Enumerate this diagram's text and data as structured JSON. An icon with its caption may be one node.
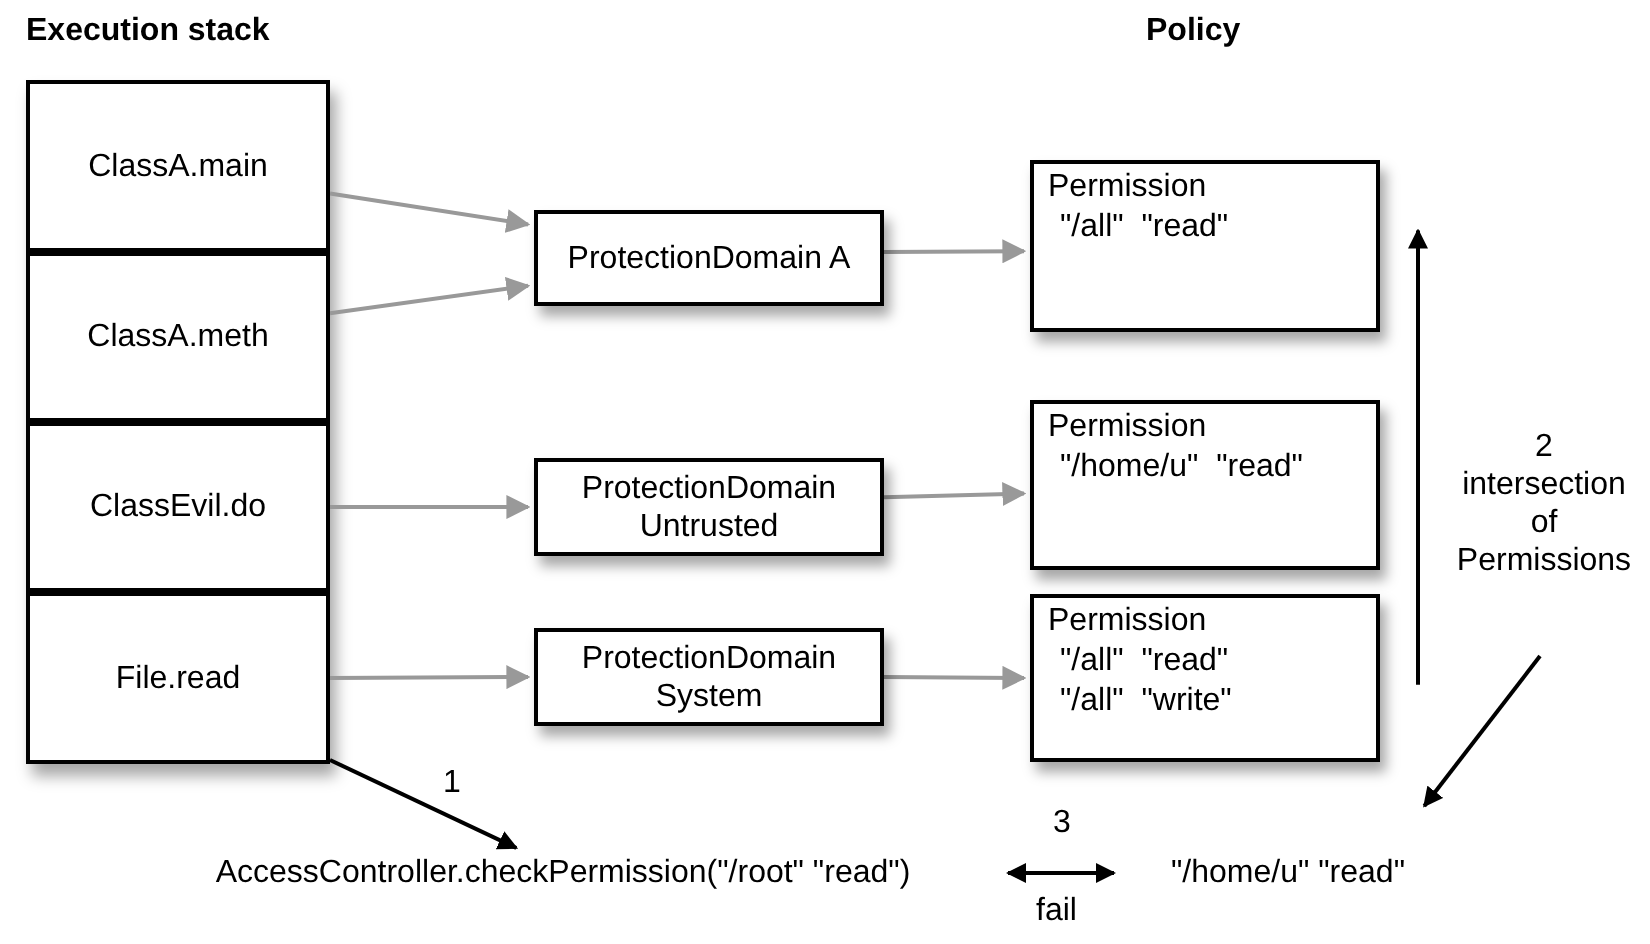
{
  "diagram": {
    "nodes": [
      {
        "text": [
          "ClassA.main"
        ]
      },
      {
        "text": [
          "ClassA.meth"
        ]
      },
      {
        "text": [
          "ClassEvil.do"
        ]
      },
      {
        "text": [
          "File.read"
        ]
      },
      {
        "text": [
          "ProtectionDomain A"
        ]
      },
      {
        "text": [
          "ProtectionDomain Untrusted"
        ]
      },
      {
        "text": [
          "ProtectionDomain System"
        ]
      },
      {
        "text": [
          "Permission",
          "\"/all\"  \"read\""
        ]
      },
      {
        "text": [
          "Permission",
          "\"/home/u\"  \"read\""
        ]
      },
      {
        "text": [
          "Permission",
          "\"/all\"  \"read\"",
          "\"/all\"  \"write\""
        ]
      },
      {
        "text": [
          "AccessController.checkPermission(\"/root\" \"read\")"
        ]
      },
      {
        "text": [
          "\"/home/u\" \"read\""
        ]
      }
    ],
    "edges": [
      {
        "from": 0,
        "to": 4,
        "arrow": "to"
      },
      {
        "from": 1,
        "to": 4,
        "arrow": "to"
      },
      {
        "from": 2,
        "to": 5,
        "arrow": "to"
      },
      {
        "from": 3,
        "to": 6,
        "arrow": "to"
      },
      {
        "from": 4,
        "to": 7,
        "arrow": "to"
      },
      {
        "from": 5,
        "to": 8,
        "arrow": "to"
      },
      {
        "from": 6,
        "to": 9,
        "arrow": "to"
      },
      {
        "from": 3,
        "to": 10,
        "arrow": "to",
        "label": "1",
        "color": "#000000"
      },
      {
        "from": 9,
        "to": 7,
        "arrow": "to",
        "label": "2 intersection of Permissions",
        "color": "#000000"
      },
      {
        "from": null,
        "to": 11,
        "arrow": "to",
        "color": "#000000"
      },
      {
        "from": 10,
        "to": 11,
        "arrow": "both",
        "label": "3",
        "color": "#000000"
      }
    ],
    "labels": [
      "Execution stack",
      "Policy",
      "fail"
    ]
  }
}
